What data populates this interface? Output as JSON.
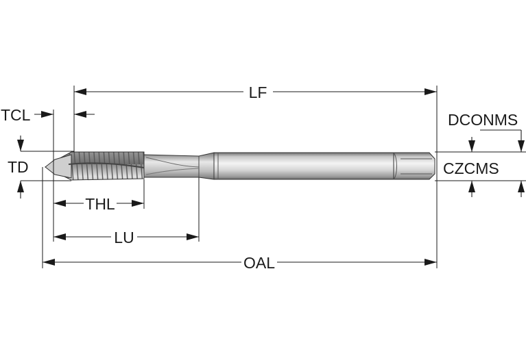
{
  "labels": {
    "lf": "LF",
    "tcl": "TCL",
    "td": "TD",
    "thl": "THL",
    "lu": "LU",
    "oal": "OAL",
    "dconms": "DCONMS",
    "czcms": "CZCMS"
  },
  "colors": {
    "line": "#1a1a1a",
    "shank_light": "#f2f2f2",
    "shank_mid": "#bdbdbd",
    "shank_dark": "#7a7a7a"
  }
}
